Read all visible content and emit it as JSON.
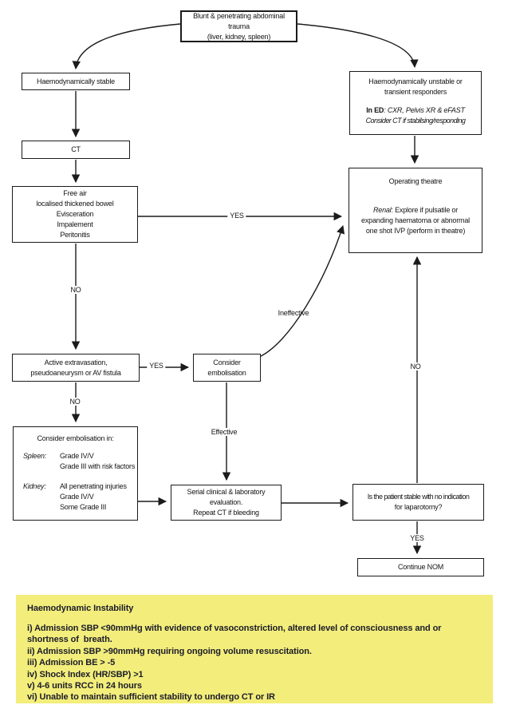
{
  "flowchart": {
    "nodes": {
      "trauma": {
        "lines": [
          "Blunt & penetrating abdominal",
          "trauma",
          "(liver, kidney, spleen)"
        ]
      },
      "stable": {
        "label": "Haemodynamically stable"
      },
      "ct": {
        "label": "CT"
      },
      "unstable": {
        "lines": [
          "Haemodynamically unstable or",
          "transient responders"
        ],
        "in_ed_bold": "In ED",
        "in_ed_italic": ": CXR, Pelvis XR & eFAST",
        "in_ed_line2": "Consider CT if stabilsing/responding"
      },
      "free_air": {
        "lines": [
          "Free air",
          "localised thickened bowel",
          "Evisceration",
          "Impalement",
          "Peritonitis"
        ]
      },
      "theatre": {
        "title": "Operating theatre",
        "renal_label": "Renal",
        "renal_line1": ": Explore if pulsatile or",
        "line2": "expanding haematoma or abnormal",
        "line3": "one shot IVP (perform in theatre)"
      },
      "extravasation": {
        "lines": [
          "Active extravasation,",
          "pseudoaneurysm or AV fistula"
        ]
      },
      "embolisation": {
        "lines": [
          "Consider",
          "embolisation"
        ]
      },
      "embolisation_in": {
        "title": "Consider embolisation in:",
        "spleen_label": "Spleen:",
        "spleen_lines": [
          "Grade IV/V",
          "Grade III with risk factors"
        ],
        "kidney_label": "Kidney:",
        "kidney_lines": [
          "All penetrating injuries",
          "Grade IV/V",
          "Some Grade III"
        ]
      },
      "serial": {
        "lines": [
          "Serial clinical & laboratory",
          "evaluation.",
          "Repeat CT if bleeding"
        ]
      },
      "stable_question": {
        "lines": [
          "Is the patient stable with no indication",
          "for laparotomy?"
        ]
      },
      "continue_nom": {
        "label": "Continue NOM"
      }
    },
    "edge_labels": {
      "yes_theatre": "YES",
      "no_free_air": "NO",
      "yes_embolisation": "YES",
      "no_extravasation": "NO",
      "effective": "Effective",
      "ineffective": "Ineffective",
      "no_laparotomy": "NO",
      "yes_nom": "YES"
    }
  },
  "note": {
    "title": "Haemodynamic Instability",
    "lines": [
      "i) Admission SBP <90mmHg with evidence of vasoconstriction, altered level of consciousness and or",
      "shortness of  breath.",
      "ii) Admission SBP >90mmHg requiring ongoing volume resuscitation.",
      "iii) Admission BE > -5",
      "iv) Shock Index (HR/SBP) >1",
      "v) 4-6 units RCC in 24 hours",
      "vi) Unable to maintain sufficient stability to undergo CT or IR"
    ]
  },
  "colors": {
    "background": "#ffffff",
    "line": "#1b1b1b",
    "note_background": "#f3ee7b",
    "note_text": "#1b1b2a"
  }
}
